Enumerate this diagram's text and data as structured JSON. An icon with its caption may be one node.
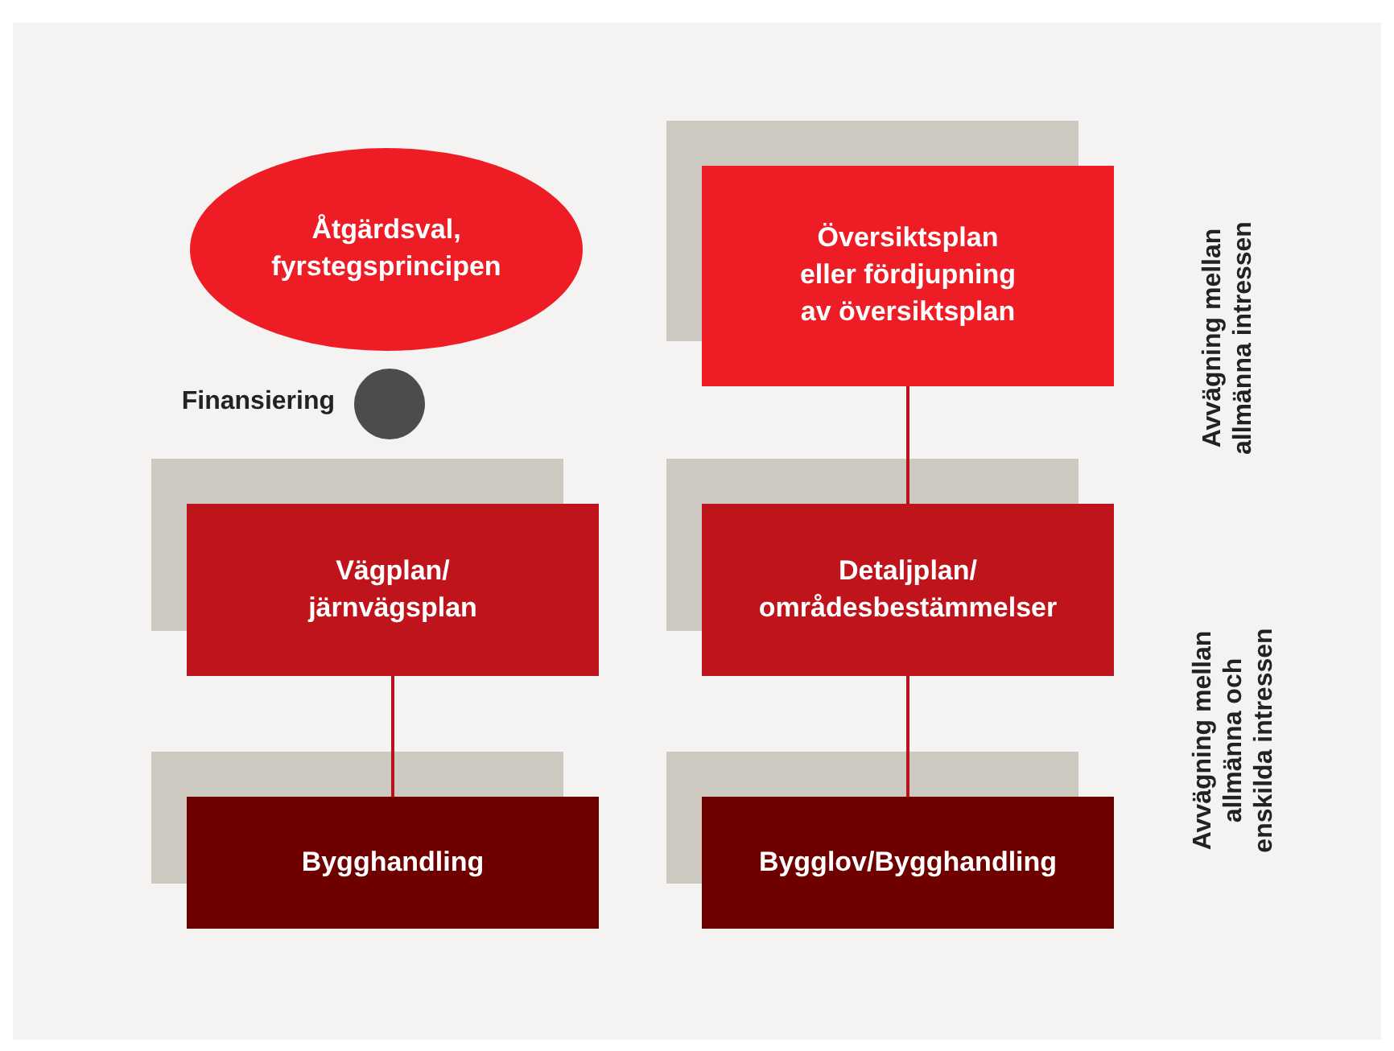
{
  "diagram": {
    "nodes": [
      {
        "text": [
          "Åtgärdsval, fyrstegsprincipen"
        ]
      },
      {
        "text": [],
        "shape": "circle",
        "beside": [
          "Finansiering"
        ]
      },
      {
        "text": [
          "Översiktsplan eller fördjupning av översiktsplan"
        ]
      },
      {
        "text": [
          "Vägplan/ järnvägsplan"
        ]
      },
      {
        "text": [
          "Detaljplan/ områdesbestämmelser"
        ]
      },
      {
        "text": [
          "Bygghandling"
        ]
      },
      {
        "text": [
          "Bygglov/Bygghandling"
        ]
      }
    ],
    "edges": [
      {
        "from": 2,
        "to": 4,
        "arrow": "none"
      },
      {
        "from": 3,
        "to": 5,
        "arrow": "none"
      },
      {
        "from": 4,
        "to": 6,
        "arrow": "none"
      }
    ],
    "labels": [
      "Avvägning mellan allmänna intressen",
      "Avvägning mellan allmänna och enskilda intressen"
    ]
  }
}
